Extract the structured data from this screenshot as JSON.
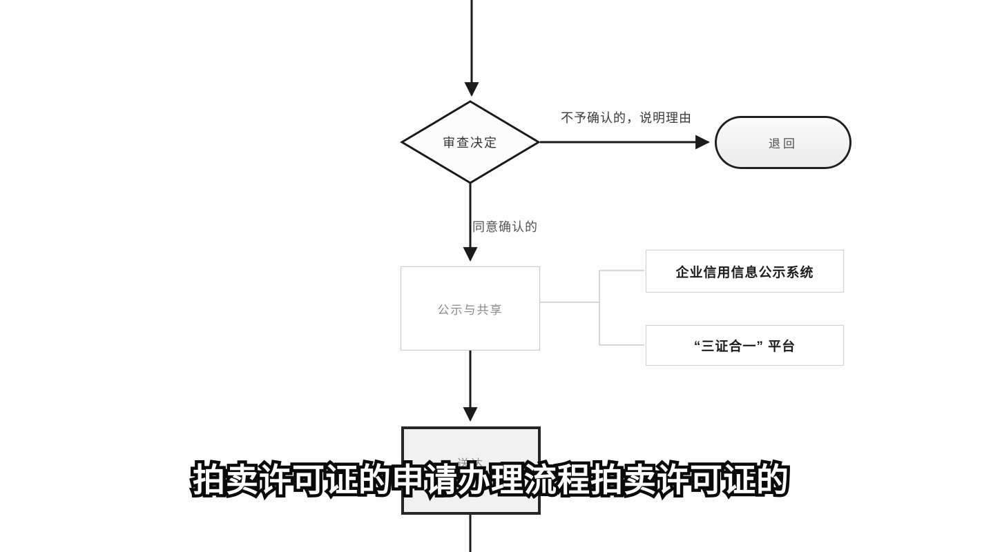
{
  "diagram": {
    "nodes": {
      "decision": {
        "label": "审查决定"
      },
      "return": {
        "label": "退回"
      },
      "publicity": {
        "label": "公示与共享"
      },
      "credit_system": {
        "label": "企业信用信息公示系统"
      },
      "platform": {
        "label": "“三证合一” 平台"
      },
      "delivery": {
        "label": "送达"
      }
    },
    "edge_labels": {
      "reject": "不予确认的，说明理由",
      "agree": "同意确认的"
    },
    "colors": {
      "line": "#1a1a1a",
      "light_line": "#c9c9c9",
      "light_border": "#c6c6c6",
      "muted_text": "#8a8a8a",
      "background": "#fdfdfd"
    }
  },
  "subtitle": {
    "text": "拍卖许可证的申请办理流程拍卖许可证的"
  }
}
